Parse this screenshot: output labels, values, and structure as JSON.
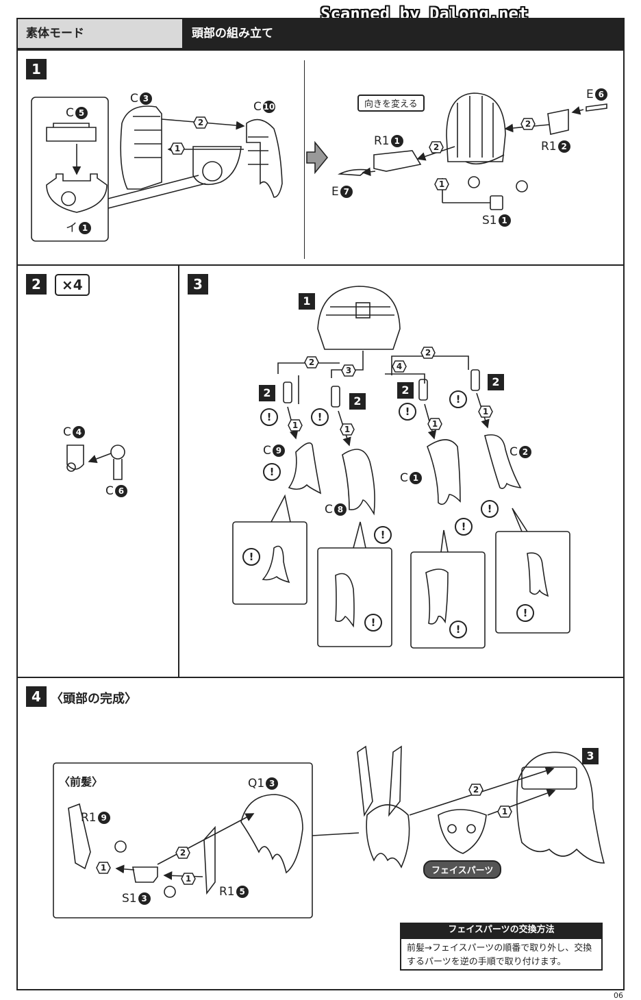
{
  "header": {
    "mode_label": "素体モード",
    "title": "頭部の組み立て",
    "scan_credit": "Scanned by Dalong.net"
  },
  "step1": {
    "number": "1",
    "parts": {
      "c5": {
        "letter": "C",
        "num": "5"
      },
      "c3": {
        "letter": "C",
        "num": "3"
      },
      "c10": {
        "letter": "C",
        "num": "10"
      },
      "i1": {
        "letter": "イ",
        "num": "1"
      },
      "e6": {
        "letter": "E",
        "num": "6"
      },
      "r1_1": {
        "letter": "R1",
        "num": "1"
      },
      "r1_2": {
        "letter": "R1",
        "num": "2"
      },
      "e7": {
        "letter": "E",
        "num": "7"
      },
      "s1_1": {
        "letter": "S1",
        "num": "1"
      }
    },
    "orientation_label": "向きを変える"
  },
  "step2": {
    "number": "2",
    "multiplier": "×4",
    "parts": {
      "c4": {
        "letter": "C",
        "num": "4"
      },
      "c6": {
        "letter": "C",
        "num": "6"
      }
    }
  },
  "step3": {
    "number": "3",
    "ref_step": "1",
    "sub_step": "2",
    "parts": {
      "c9": {
        "letter": "C",
        "num": "9"
      },
      "c8": {
        "letter": "C",
        "num": "8"
      },
      "c1": {
        "letter": "C",
        "num": "1"
      },
      "c2": {
        "letter": "C",
        "num": "2"
      }
    }
  },
  "step4": {
    "number": "4",
    "title": "〈頭部の完成〉",
    "bangs_title": "〈前髪〉",
    "ref_step": "3",
    "parts": {
      "q1_3": {
        "letter": "Q1",
        "num": "3"
      },
      "r1_9": {
        "letter": "R1",
        "num": "9"
      },
      "s1_3": {
        "letter": "S1",
        "num": "3"
      },
      "r1_5": {
        "letter": "R1",
        "num": "5"
      }
    },
    "face_parts_label": "フェイスパーツ",
    "note_title": "フェイスパーツの交換方法",
    "note_text": "前髪→フェイスパーツの順番で取り外し、交換するパーツを逆の手順で取り付けます。"
  },
  "seq": {
    "one": "1",
    "two": "2",
    "three": "3",
    "four": "4"
  },
  "warn_mark": "!",
  "page_number": "06"
}
